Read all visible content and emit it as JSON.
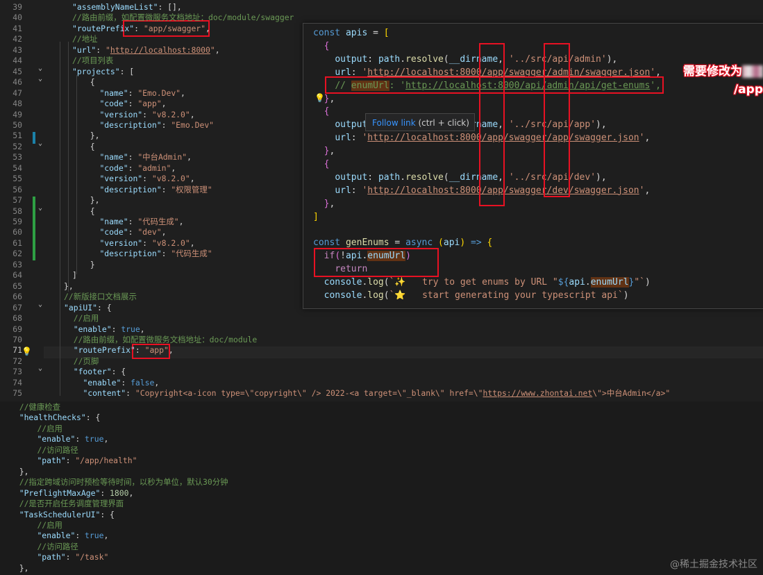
{
  "top_editor": {
    "lines": [
      {
        "num": "39",
        "html": "<span class='k'>\"assemblyNameList\"</span>: [],"
      },
      {
        "num": "40",
        "html": "<span class='c'>//路由前缀，如配置微服务文档地址：doc/module/swagger</span>"
      },
      {
        "num": "41",
        "html": "<span class='k'>\"routePrefix\"</span>: <span class='s'>\"app/swagger\"</span>,"
      },
      {
        "num": "42",
        "html": "<span class='c'>//地址</span>"
      },
      {
        "num": "43",
        "html": "<span class='k'>\"url\"</span>: <span class='s'>\"<span class='u'>http://localhost:8000</span>\"</span>,"
      },
      {
        "num": "44",
        "html": "<span class='c'>//项目列表</span>"
      },
      {
        "num": "45",
        "html": "<span class='k'>\"projects\"</span>: ["
      },
      {
        "num": "46",
        "html": "  {"
      },
      {
        "num": "47",
        "html": "    <span class='k'>\"name\"</span>: <span class='s'>\"Emo.Dev\"</span>,"
      },
      {
        "num": "48",
        "html": "    <span class='k'>\"code\"</span>: <span class='s'>\"app\"</span>,"
      },
      {
        "num": "49",
        "html": "    <span class='k'>\"version\"</span>: <span class='s'>\"v8.2.0\"</span>,"
      },
      {
        "num": "50",
        "html": "    <span class='k'>\"description\"</span>: <span class='s'>\"Emo.Dev\"</span>"
      },
      {
        "num": "51",
        "html": "  },"
      },
      {
        "num": "52",
        "html": "  {"
      },
      {
        "num": "53",
        "html": "    <span class='k'>\"name\"</span>: <span class='s'>\"中台Admin\"</span>,"
      },
      {
        "num": "54",
        "html": "    <span class='k'>\"code\"</span>: <span class='s'>\"admin\"</span>,"
      },
      {
        "num": "55",
        "html": "    <span class='k'>\"version\"</span>: <span class='s'>\"v8.2.0\"</span>,"
      },
      {
        "num": "56",
        "html": "    <span class='k'>\"description\"</span>: <span class='s'>\"权限管理\"</span>"
      },
      {
        "num": "57",
        "html": "  },"
      },
      {
        "num": "58",
        "html": "  {"
      },
      {
        "num": "59",
        "html": "    <span class='k'>\"name\"</span>: <span class='s'>\"代码生成\"</span>,"
      },
      {
        "num": "60",
        "html": "    <span class='k'>\"code\"</span>: <span class='s'>\"dev\"</span>,"
      },
      {
        "num": "61",
        "html": "    <span class='k'>\"version\"</span>: <span class='s'>\"v8.2.0\"</span>,"
      },
      {
        "num": "62",
        "html": "    <span class='k'>\"description\"</span>: <span class='s'>\"代码生成\"</span>"
      },
      {
        "num": "63",
        "html": "  }"
      },
      {
        "num": "64",
        "html": "]"
      },
      {
        "num": "65",
        "html": "},"
      },
      {
        "num": "66",
        "html": "<span class='c'>//新版接口文档展示</span>"
      },
      {
        "num": "67",
        "html": "<span class='k'>\"apiUI\"</span>: {"
      },
      {
        "num": "68",
        "html": "  <span class='c'>//启用</span>"
      },
      {
        "num": "69",
        "html": "  <span class='k'>\"enable\"</span>: <span class='b'>true</span>,"
      },
      {
        "num": "70",
        "html": "  <span class='c'>//路由前缀，如配置微服务文档地址：doc/module</span>"
      },
      {
        "num": "71",
        "html": "  <span class='k'>\"routePrefix\"</span>: <span class='s'>\"app\"</span>,"
      },
      {
        "num": "72",
        "html": "  <span class='c'>//页脚</span>"
      },
      {
        "num": "73",
        "html": "  <span class='k'>\"footer\"</span>: {"
      },
      {
        "num": "74",
        "html": "    <span class='k'>\"enable\"</span>: <span class='b'>false</span>,"
      },
      {
        "num": "75",
        "html": "    <span class='k'>\"content\"</span>: <span class='s'>\"Copyright&lt;a-icon type=\\\"copyright\\\" /&gt; 2022-&lt;a target=\\\"_blank\\\" href=\\\"<span class='u'>https://www.zhontai.net</span>\\\"&gt;中台Admin&lt;/a&gt;\"</span>"
      }
    ]
  },
  "bottom_editor": {
    "lines": [
      {
        "html": "  <span class='c'>//健康检查</span>"
      },
      {
        "html": "  <span class='k'>\"healthChecks\"</span>: {"
      },
      {
        "html": "    <span class='c'>//启用</span>"
      },
      {
        "html": "    <span class='k'>\"enable\"</span>: <span class='b'>true</span>,"
      },
      {
        "html": "    <span class='c'>//访问路径</span>"
      },
      {
        "html": "    <span class='k'>\"path\"</span>: <span class='s'>\"/app/health\"</span>"
      },
      {
        "html": "  },"
      },
      {
        "html": "  <span class='c'>//指定跨域访问时预检等待时间，以秒为单位，默认30分钟</span>"
      },
      {
        "html": "  <span class='k'>\"PreflightMaxAge\"</span>: <span class='n'>1800</span>,"
      },
      {
        "html": "  <span class='c'>//是否开启任务调度管理界面</span>"
      },
      {
        "html": "  <span class='k'>\"TaskSchedulerUI\"</span>: {"
      },
      {
        "html": "    <span class='c'>//启用</span>"
      },
      {
        "html": "    <span class='k'>\"enable\"</span>: <span class='b'>true</span>,"
      },
      {
        "html": "    <span class='c'>//访问路径</span>"
      },
      {
        "html": "    <span class='k'>\"path\"</span>: <span class='s'>\"/task\"</span>"
      },
      {
        "html": "  },"
      }
    ]
  },
  "popup": {
    "lines": [
      {
        "html": "<span class='pk'>const</span> <span class='pv'>apis</span> = <span class='py'>[</span>"
      },
      {
        "html": "  <span style='color:#da70d6'>{</span>"
      },
      {
        "html": "    <span class='pv'>output</span>: <span class='pv'>path</span>.<span class='pf'>resolve</span>(<span class='pv'>__dirname</span>, <span class='ps'>'../src/api/admin'</span>),"
      },
      {
        "html": "    <span class='pv'>url</span>: <span class='ps'>'<span class='pu'>http://localhost:8000/app/swagger/admin/swagger.json</span>'</span>,"
      },
      {
        "html": "    <span class='pc'>// <span class='hl'>enumUrl</span>: '<span style='text-decoration:underline'>http://localhost:8000/api/admin/api/get-enums</span>',</span>"
      },
      {
        "html": "  <span style='color:#da70d6'>}</span>,"
      },
      {
        "html": "  <span style='color:#da70d6'>{</span>"
      },
      {
        "html": "    <span class='pv'>output</span>: <span class='pv'>path</span>.<span class='pf'>resolve</span>(<span class='pv'>__dirname</span>, <span class='ps'>'../src/api/app'</span>),"
      },
      {
        "html": "    <span class='pv'>url</span>: <span class='ps'>'<span class='pu'>http://localhost:8000/app/swagger/app/swagger.json</span>'</span>,"
      },
      {
        "html": "  <span style='color:#da70d6'>}</span>,"
      },
      {
        "html": "  <span style='color:#da70d6'>{</span>"
      },
      {
        "html": "    <span class='pv'>output</span>: <span class='pv'>path</span>.<span class='pf'>resolve</span>(<span class='pv'>__dirname</span>, <span class='ps'>'../src/api/dev'</span>),"
      },
      {
        "html": "    <span class='pv'>url</span>: <span class='ps'>'<span class='pu'>http://localhost:8000/app/swagger/dev/swagger.json</span>'</span>,"
      },
      {
        "html": "  <span style='color:#da70d6'>}</span>,"
      },
      {
        "html": "<span class='py'>]</span>"
      },
      {
        "html": ""
      },
      {
        "html": "<span class='pk'>const</span> <span class='pf'>genEnums</span> = <span class='pk'>async</span> <span class='py'>(</span><span class='pv'>api</span><span class='py'>)</span> <span class='pk'>=&gt;</span> <span class='py'>{</span>"
      },
      {
        "html": "  <span style='color:#c586c0'>if</span><span style='color:#da70d6'>(</span>!<span class='pv'>api</span>.<span class='pv hl'>enumUrl</span><span style='color:#da70d6'>)</span>"
      },
      {
        "html": "    <span style='color:#c586c0'>return</span>"
      },
      {
        "html": "  <span class='pv'>console</span>.<span class='pf'>log</span>(<span class='ps'>`✨   try to get enums by URL \"</span><span class='pk'>${</span><span class='pv'>api</span>.<span class='pv hl'>enumUrl</span><span class='pk'>}</span><span class='ps'>\"`</span>)"
      },
      {
        "html": "  <span class='pv'>console</span>.<span class='pf'>log</span>(<span class='ps'>`⭐   start generating your typescript api`</span>)"
      }
    ]
  },
  "tooltip": {
    "link": "Follow link",
    "hint": " (ctrl + click)"
  },
  "annotation": {
    "line1": "需要修改为",
    "line2": "/app"
  },
  "watermark": "@稀土掘金技术社区"
}
